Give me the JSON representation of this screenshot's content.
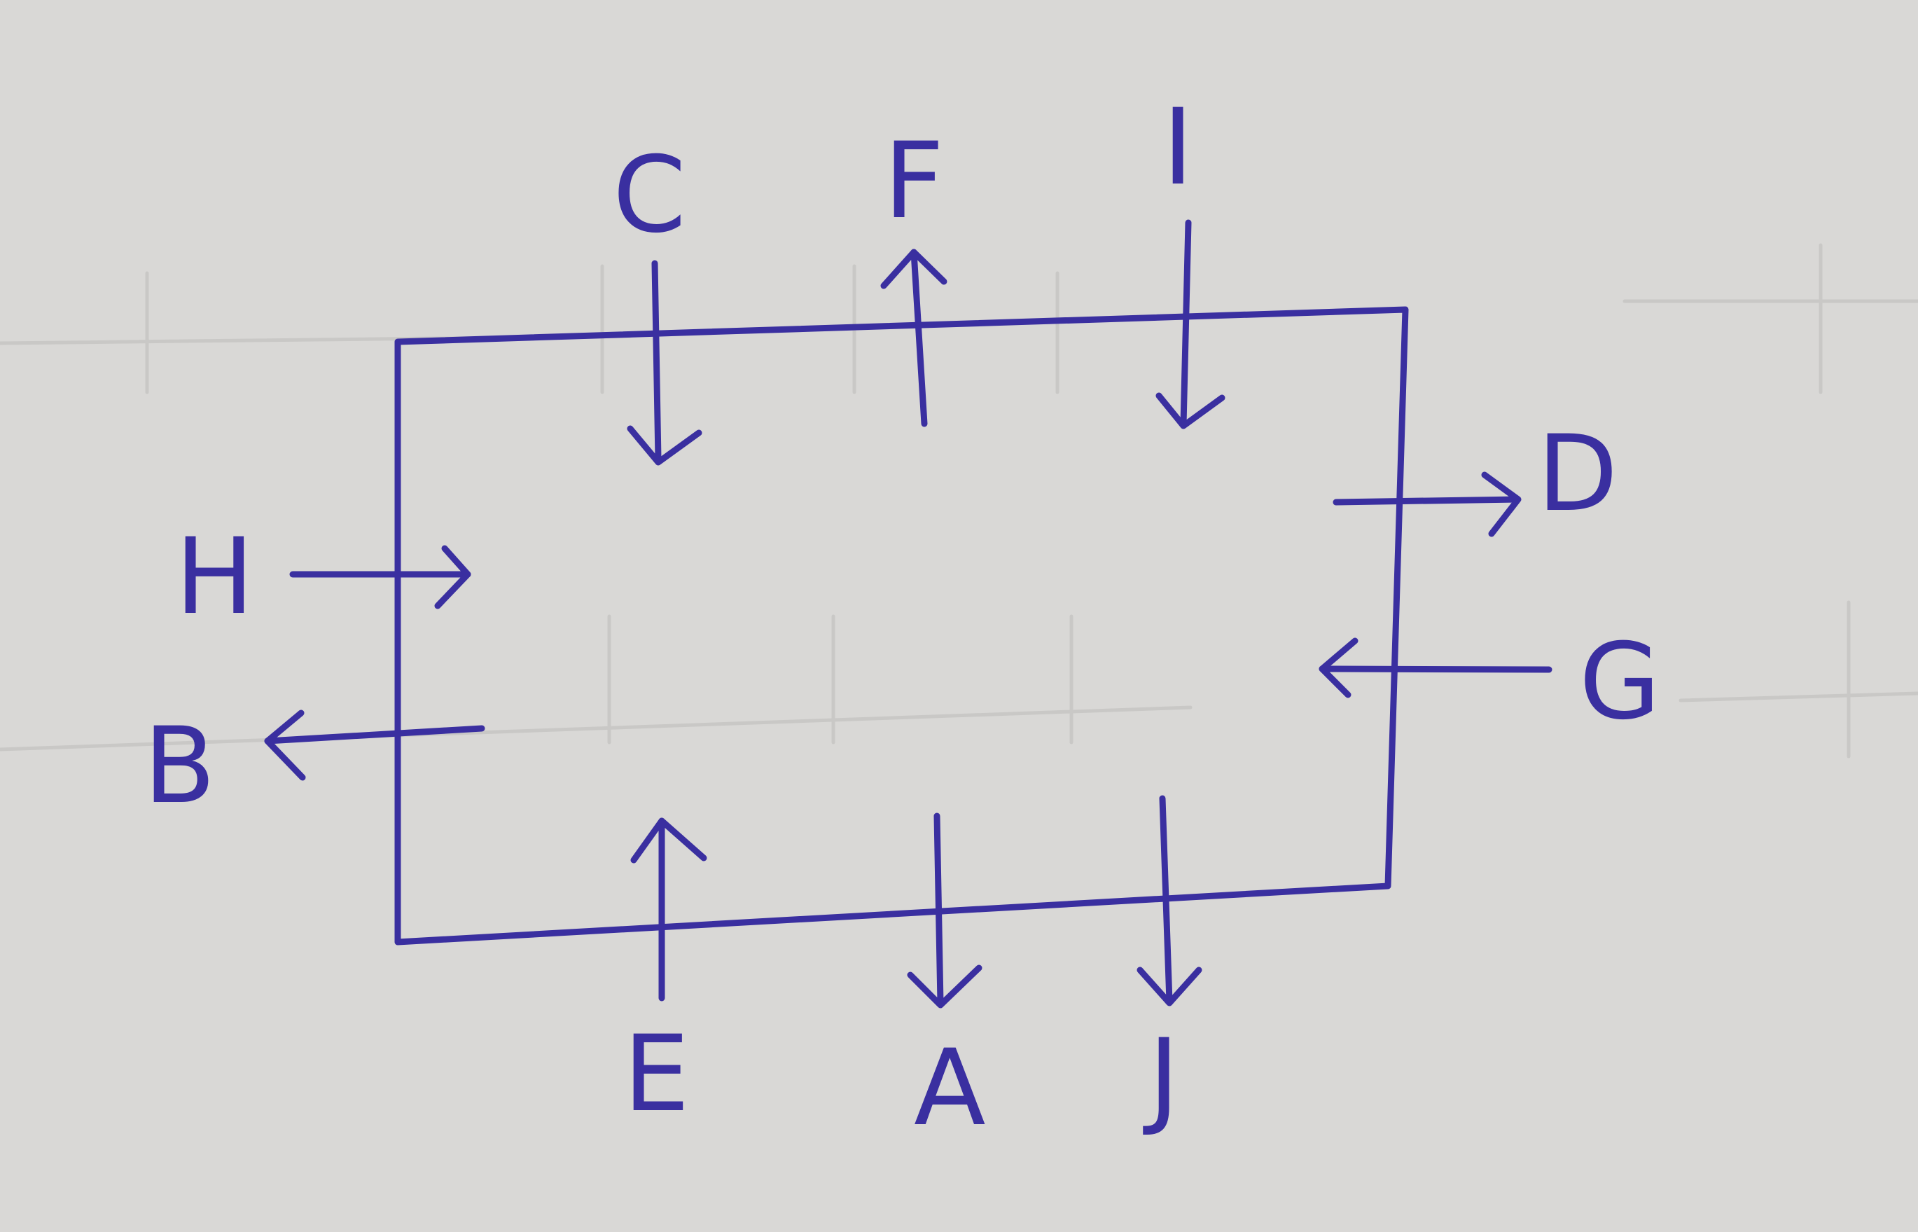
{
  "diagram": {
    "ink_color": "#3a2fa0",
    "paper_color": "#d9d8d6",
    "labels": {
      "C": "C",
      "F": "F",
      "I": "I",
      "D": "D",
      "H": "H",
      "G": "G",
      "B": "B",
      "E": "E",
      "A": "A",
      "J": "J"
    }
  }
}
